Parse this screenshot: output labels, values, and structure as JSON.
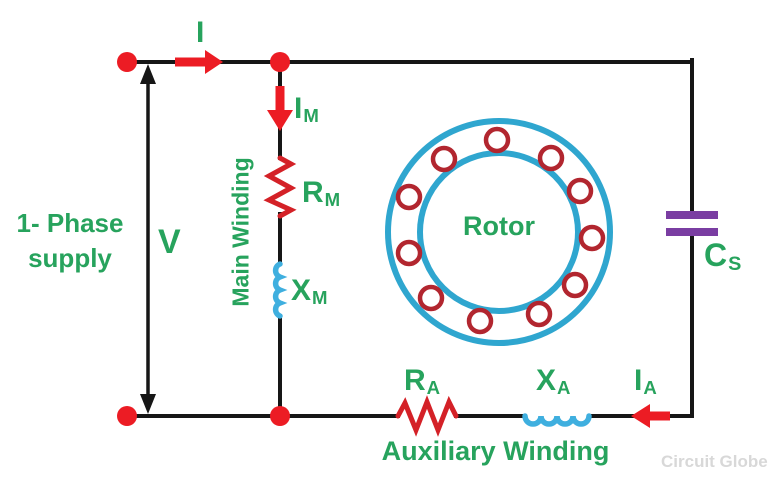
{
  "labels": {
    "supply_line1": "1- Phase",
    "supply_line2": "supply",
    "voltage": "V",
    "line_current": "I",
    "main_current": {
      "base": "I",
      "sub": "M"
    },
    "main_resistance": {
      "base": "R",
      "sub": "M"
    },
    "main_reactance": {
      "base": "X",
      "sub": "M"
    },
    "main_winding": "Main Winding",
    "rotor": "Rotor",
    "start_capacitor": {
      "base": "C",
      "sub": "S"
    },
    "aux_resistance": {
      "base": "R",
      "sub": "A"
    },
    "aux_reactance": {
      "base": "X",
      "sub": "A"
    },
    "aux_current": {
      "base": "I",
      "sub": "A"
    },
    "aux_winding": "Auxiliary Winding"
  },
  "watermark": "Circuit Globe",
  "colors": {
    "green": "#27a35d",
    "wire": "#161616",
    "red": "#ec1c24",
    "resistor_red": "#d42127",
    "coil_blue": "#3fafdf",
    "rotor_blue": "#2fa6cf",
    "bar_red": "#b2262f",
    "purple": "#7a3da2",
    "watermark_gray": "#d8d8d8",
    "background": "#ffffff"
  }
}
